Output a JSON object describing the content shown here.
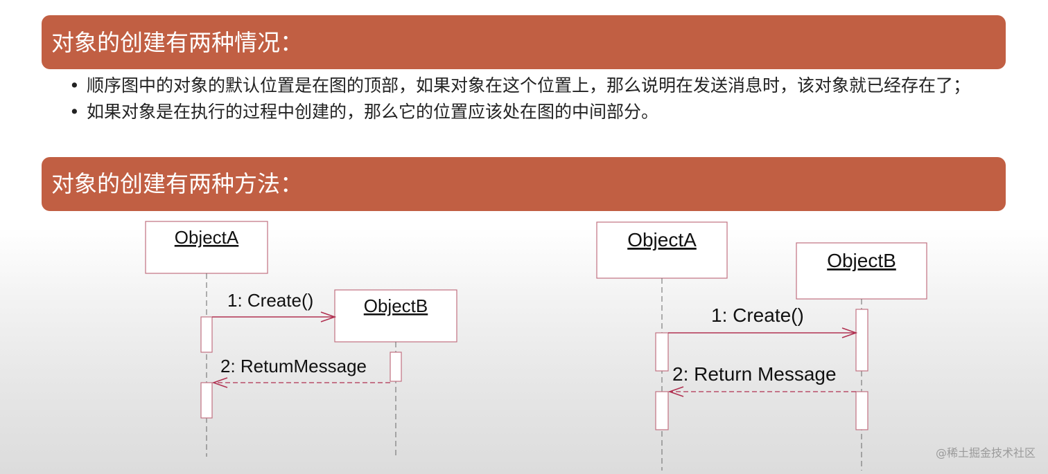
{
  "heading1": "对象的创建有两种情况：",
  "bullets": [
    "顺序图中的对象的默认位置是在图的顶部，如果对象在这个位置上，那么说明在发送消息时，该对象就已经存在了；",
    "如果对象是在执行的过程中创建的，那么它的位置应该处在图的中间部分。"
  ],
  "bullet_symbol": "•",
  "heading2": "对象的创建有两种方法：",
  "diagram_left": {
    "object_a": "ObjectA",
    "object_b": "ObjectB",
    "message_1": "1: Create()",
    "message_2": "2: RetumMessage"
  },
  "diagram_right": {
    "object_a": "ObjectA",
    "object_b": "ObjectB",
    "message_1": "1: Create()",
    "message_2": "2: Return Message"
  },
  "watermark": "@稀土掘金技术社区",
  "colors": {
    "banner": "#c15f43",
    "box_border": "#c07080",
    "arrow": "#b03050"
  }
}
